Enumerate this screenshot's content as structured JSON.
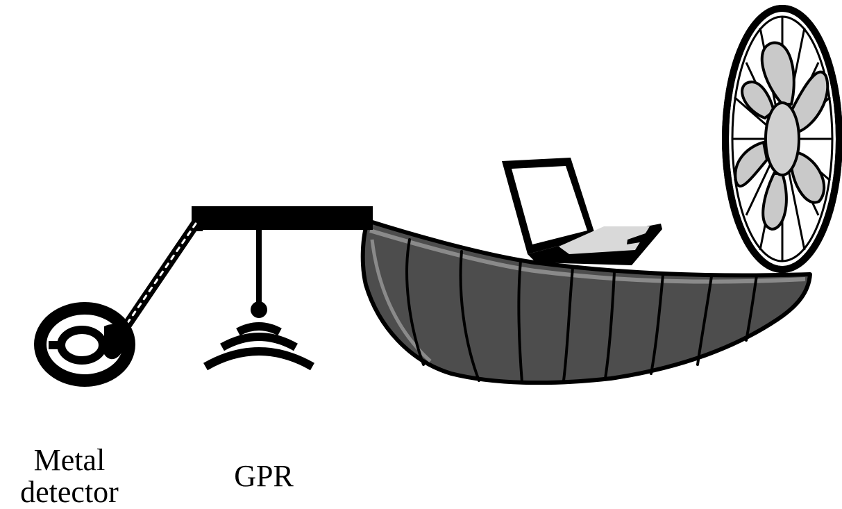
{
  "labels": {
    "metal_detector": {
      "line1": "Metal",
      "line2": "detector"
    },
    "gpr": "GPR"
  },
  "colors": {
    "ink": "#000000",
    "hull": "#4d4d4d",
    "hull_highlight": "#8a8a8a",
    "fan_blade": "#c9c9c9",
    "laptop_keys": "#d9d9d9",
    "background": "#ffffff"
  },
  "icons": [
    "metal-detector-coil-icon",
    "gpr-antenna-icon",
    "laptop-icon",
    "fan-propeller-icon",
    "hovercraft-hull-icon"
  ]
}
